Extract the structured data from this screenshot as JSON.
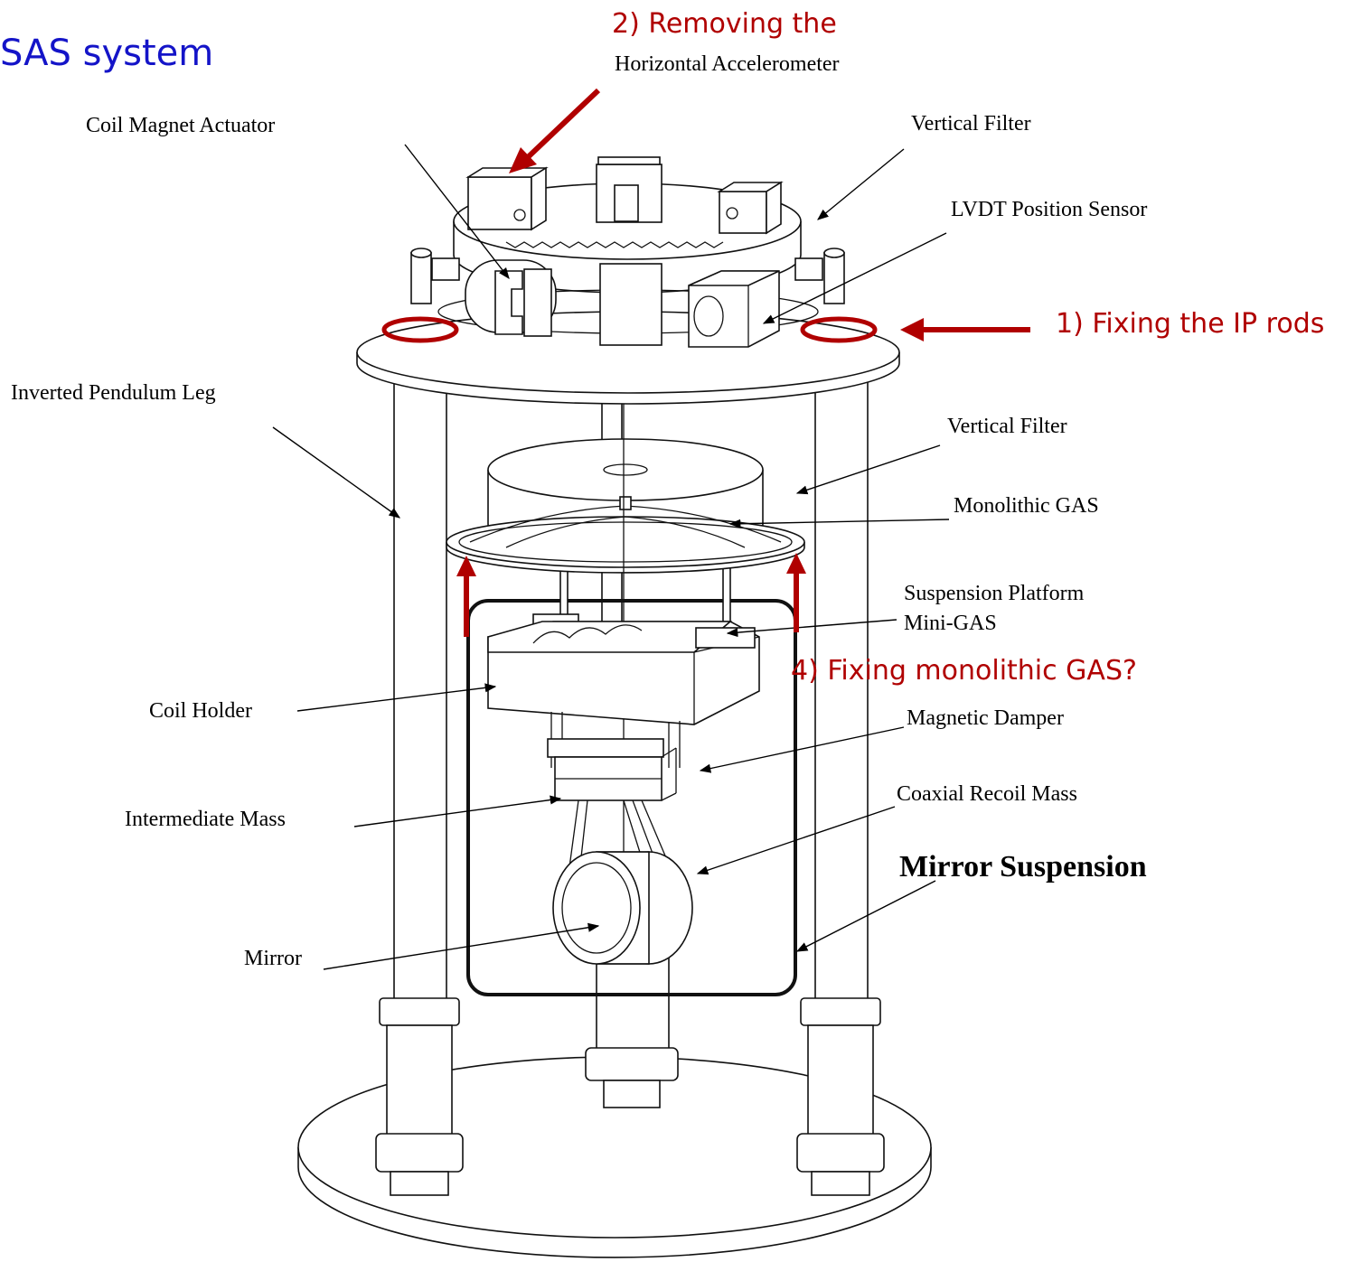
{
  "title": "SAS system",
  "annotations": {
    "step1": "1) Fixing the IP rods",
    "step2_line1": "2) Removing the",
    "step4": "4) Fixing monolithic GAS?"
  },
  "labels": {
    "horizontal_accelerometer": "Horizontal Accelerometer",
    "coil_magnet_actuator": "Coil Magnet Actuator",
    "vertical_filter_top": "Vertical Filter",
    "lvdt_position_sensor": "LVDT Position Sensor",
    "inverted_pendulum_leg": "Inverted Pendulum Leg",
    "vertical_filter_middle": "Vertical Filter",
    "monolithic_gas": "Monolithic GAS",
    "suspension_platform": "Suspension Platform",
    "mini_gas": "Mini-GAS",
    "coil_holder": "Coil Holder",
    "magnetic_damper": "Magnetic Damper",
    "intermediate_mass": "Intermediate Mass",
    "coaxial_recoil_mass": "Coaxial Recoil Mass",
    "mirror_suspension": "Mirror Suspension",
    "mirror": "Mirror"
  },
  "colors": {
    "title": "#1414c8",
    "annotation": "#b00000",
    "line": "#111111"
  }
}
